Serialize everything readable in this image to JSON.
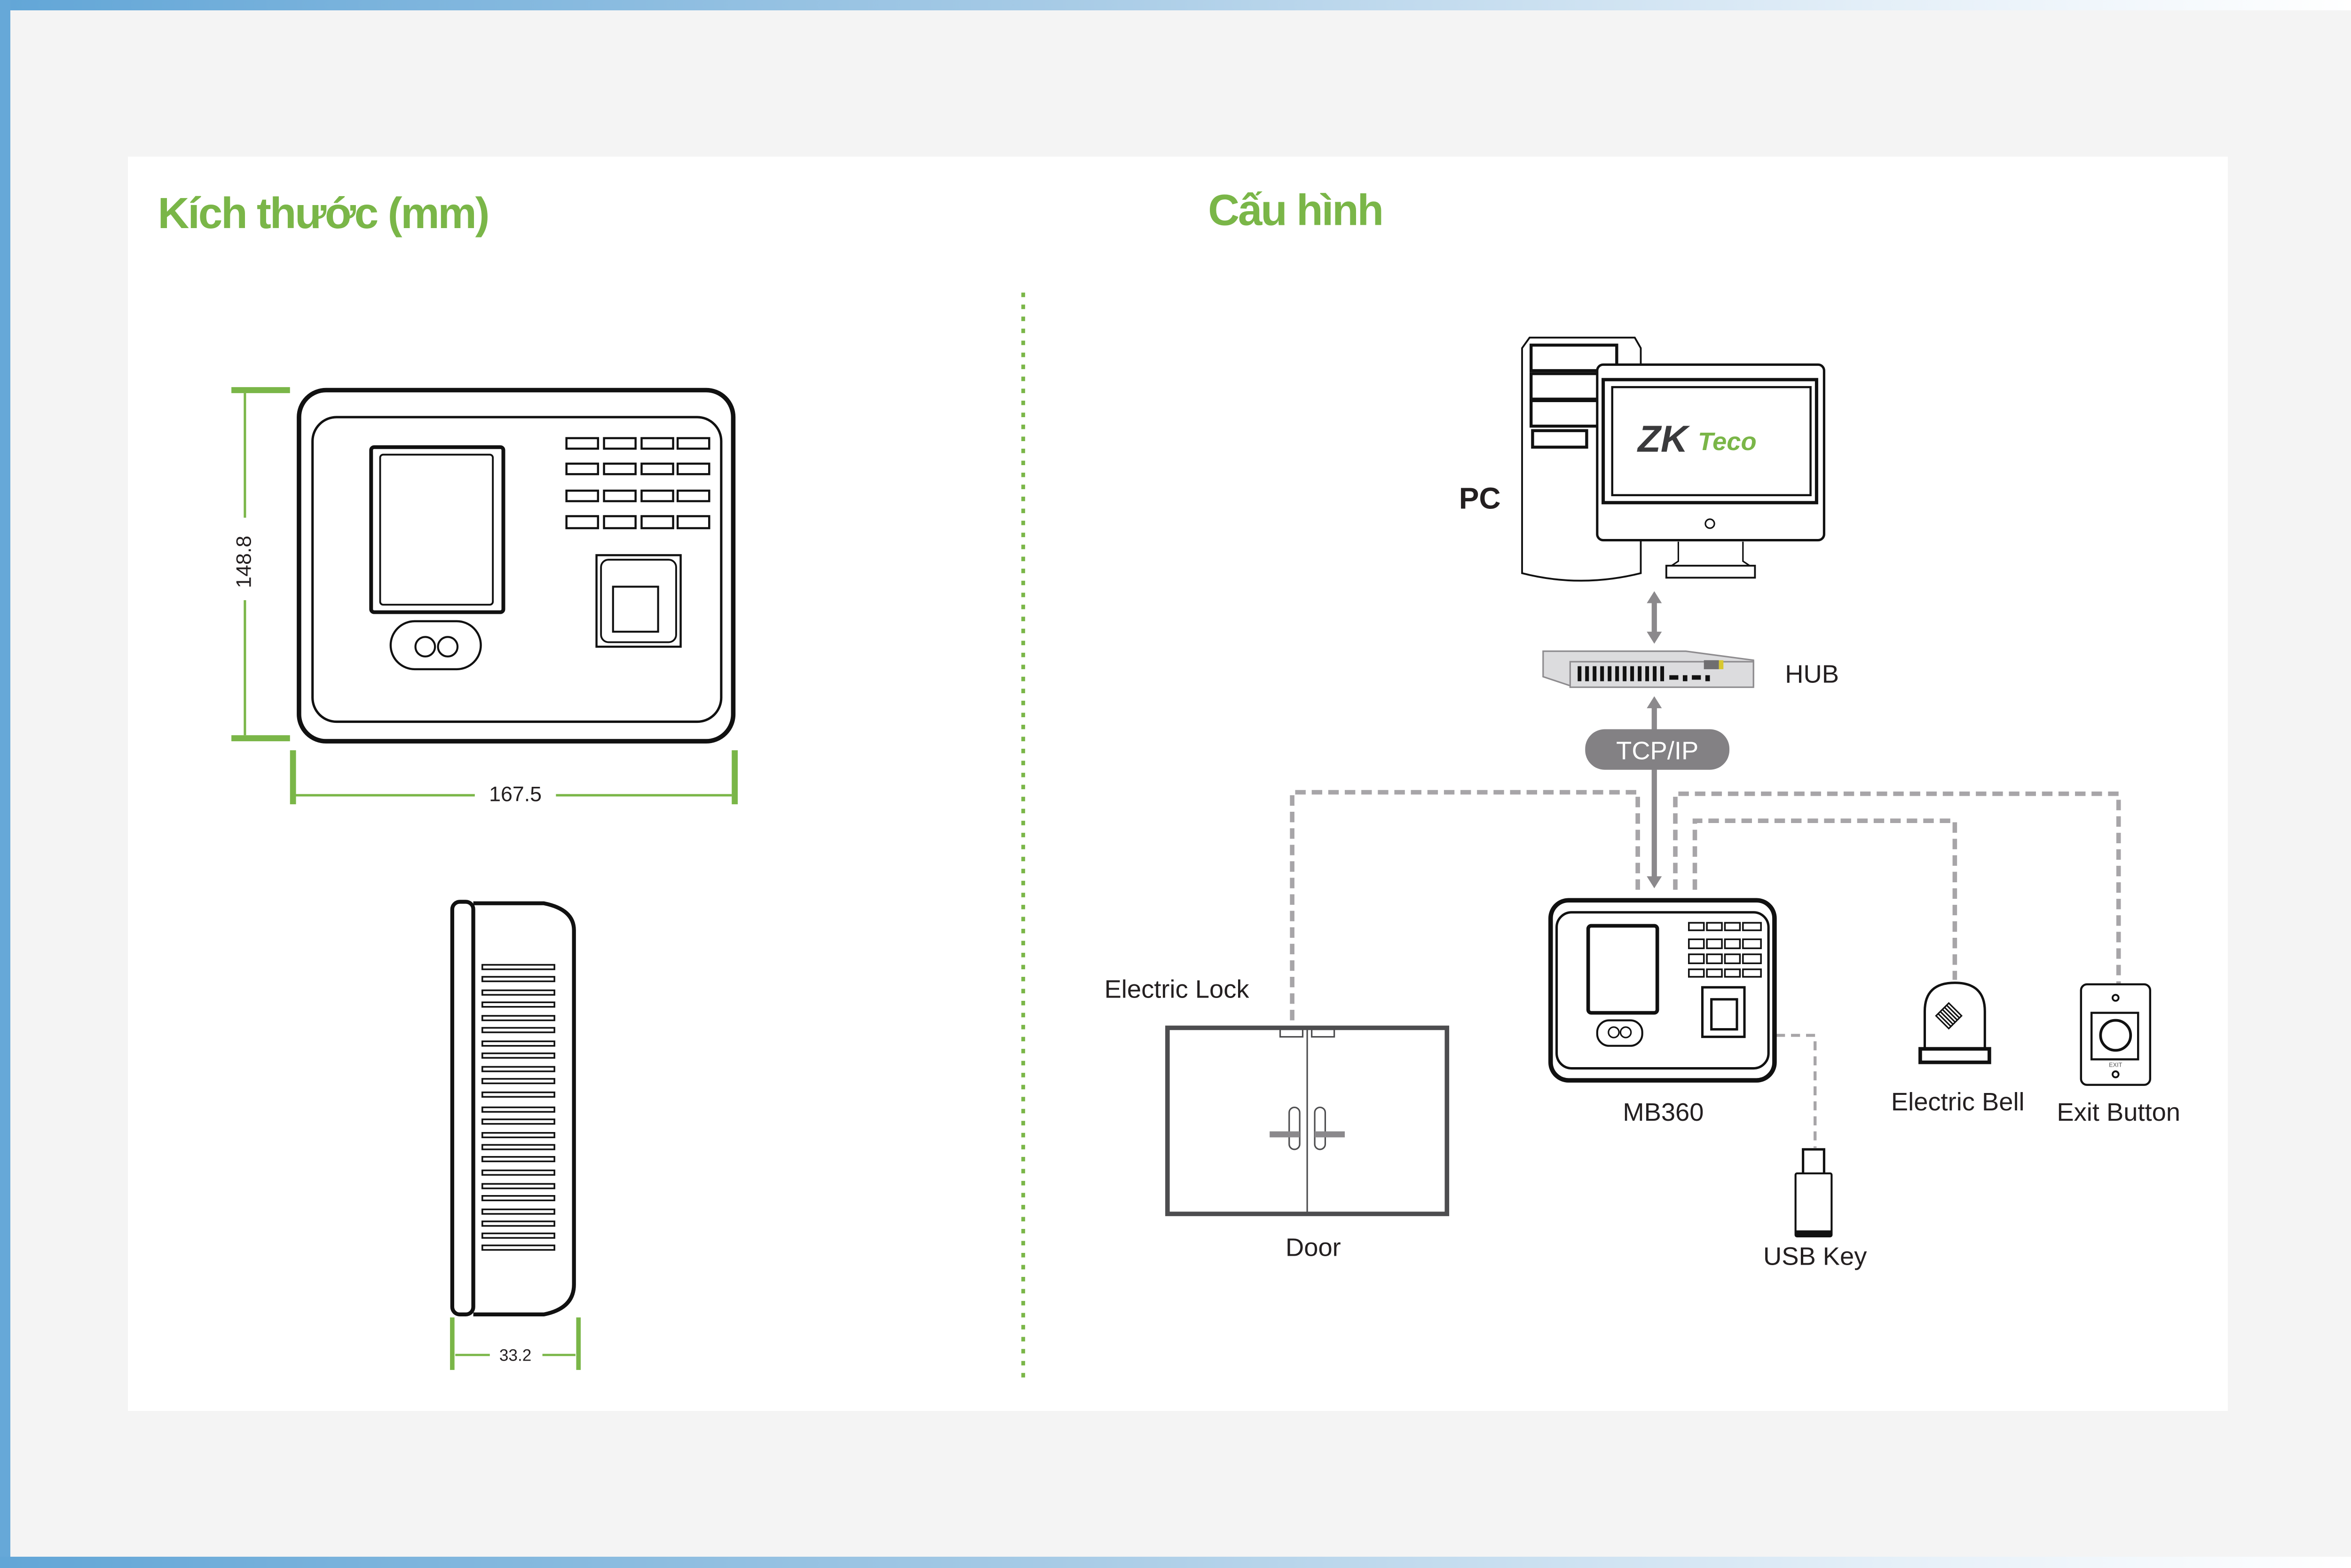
{
  "titles": {
    "dimensions": "Kích thước (mm)",
    "configuration": "Cấu hình"
  },
  "dimensions": {
    "height": "148.8",
    "width": "167.5",
    "depth": "33.2"
  },
  "diagram": {
    "pc_label": "PC",
    "logo_zk": "ZK",
    "logo_teco": "Teco",
    "hub_label": "HUB",
    "protocol_label": "TCP/IP",
    "device_label": "MB360",
    "electric_lock_label": "Electric Lock",
    "door_label": "Door",
    "usb_label": "USB Key",
    "bell_label": "Electric Bell",
    "exit_button_label": "Exit Button",
    "exit_button_text": "EXIT"
  },
  "colors": {
    "accent_green": "#7ab648",
    "connector_gray": "#a7a5a8",
    "arrow_gray": "#8b898c",
    "frame_blue": "#66a8d8",
    "logo_dark": "#3a3a3c"
  }
}
